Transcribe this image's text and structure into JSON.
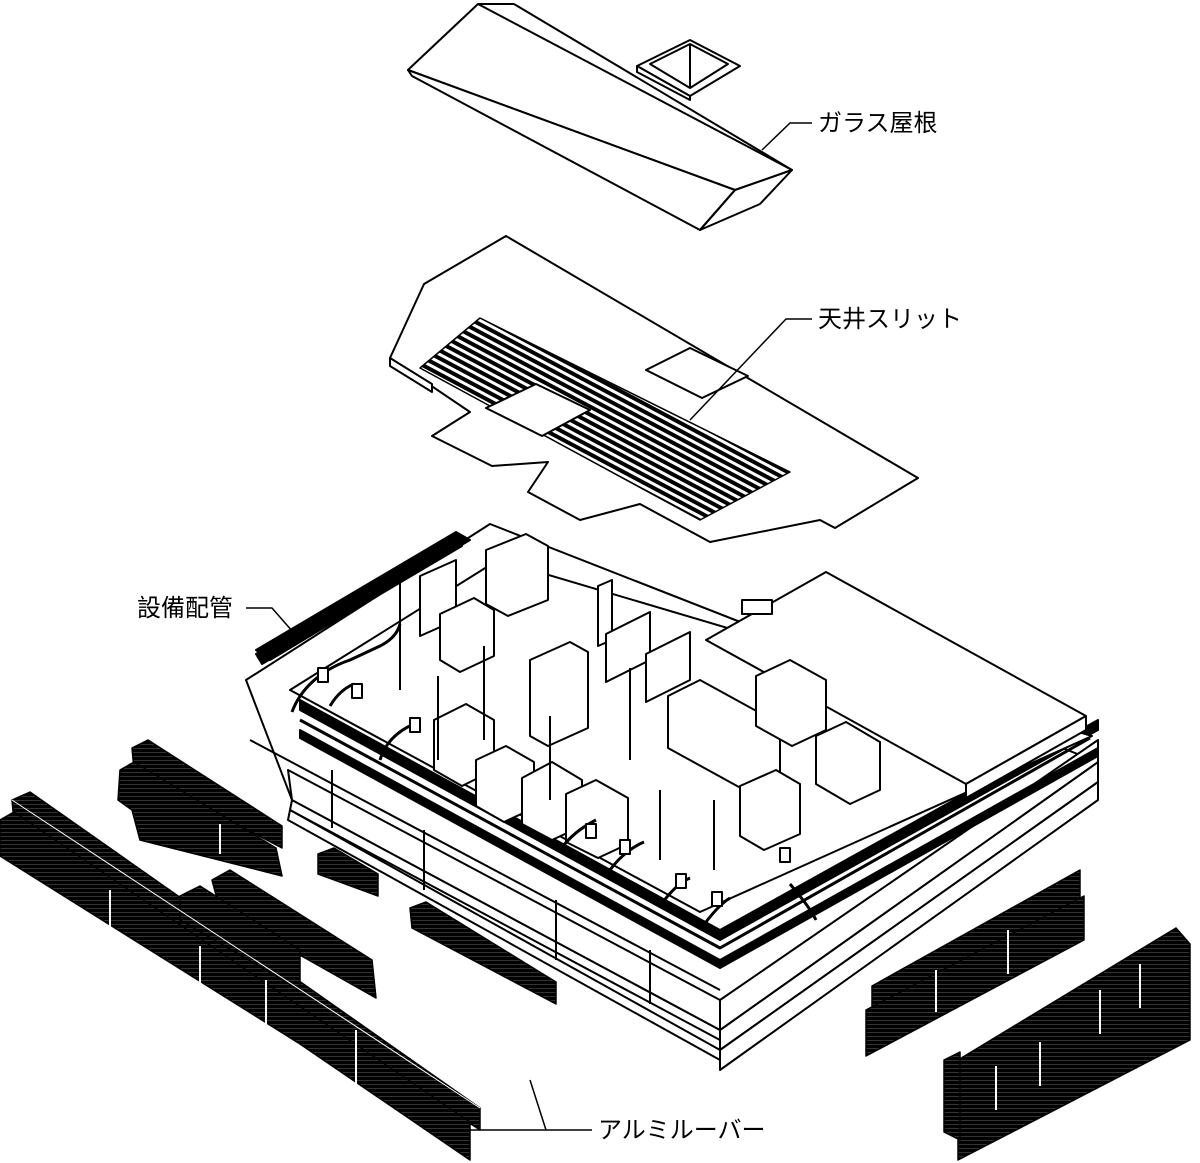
{
  "labels": {
    "glass_roof": "ガラス屋根",
    "ceiling_slit": "天井スリット",
    "piping": "設備配管",
    "aluminum_louver": "アルミルーバー"
  },
  "colors": {
    "line": "#000000",
    "fill": "#ffffff",
    "louver": "#000000"
  }
}
